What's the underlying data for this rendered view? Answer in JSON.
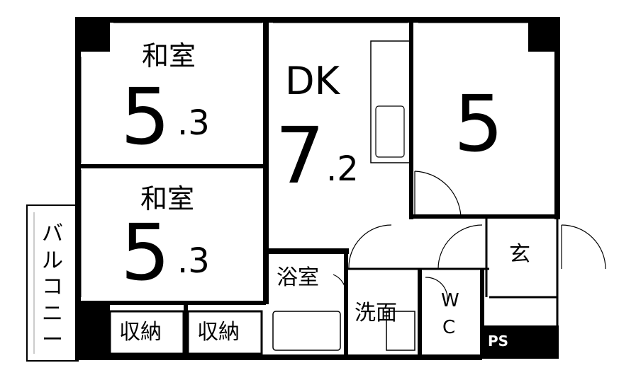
{
  "rooms": {
    "washitsu_top": {
      "name": "和室",
      "size_int": "5",
      "size_dec": ".3"
    },
    "washitsu_bottom": {
      "name": "和室",
      "size_int": "5",
      "size_dec": ".3"
    },
    "dk": {
      "name": "DK",
      "size_int": "7",
      "size_dec": ".2"
    },
    "room_right": {
      "size": "5"
    },
    "bath": {
      "name": "浴室"
    },
    "wash": {
      "name": "洗面"
    },
    "genkan": {
      "name": "玄"
    },
    "storage_left": {
      "name": "収納"
    },
    "storage_right": {
      "name": "収納"
    },
    "wc": {
      "line1": "W",
      "line2": "C"
    },
    "ps": {
      "name": "PS"
    }
  },
  "balcony": {
    "chars": [
      "バ",
      "ル",
      "コ",
      "ニ",
      "ー"
    ]
  }
}
